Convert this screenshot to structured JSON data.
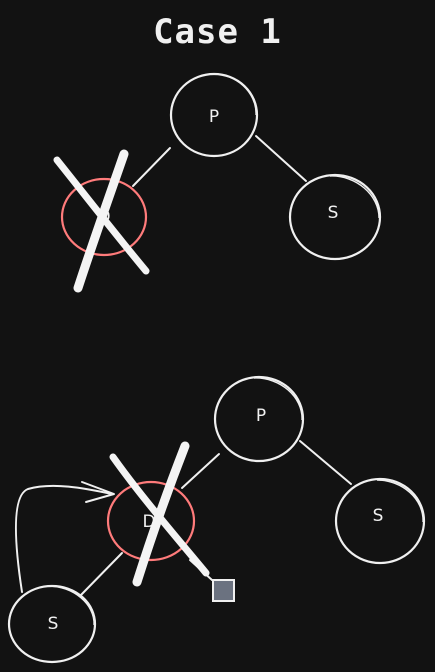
{
  "title": "Case 1",
  "colors": {
    "background": "#121212",
    "ink": "#f0f0f0",
    "deleted_node": "#ff7b7b",
    "leaf_fill": "#6b7280"
  },
  "diagrams": [
    {
      "nodes": {
        "parent": "P",
        "deleted": "D",
        "sibling": "S"
      }
    },
    {
      "nodes": {
        "parent": "P",
        "deleted": "D",
        "sibling": "S",
        "replacement": "S"
      }
    }
  ]
}
